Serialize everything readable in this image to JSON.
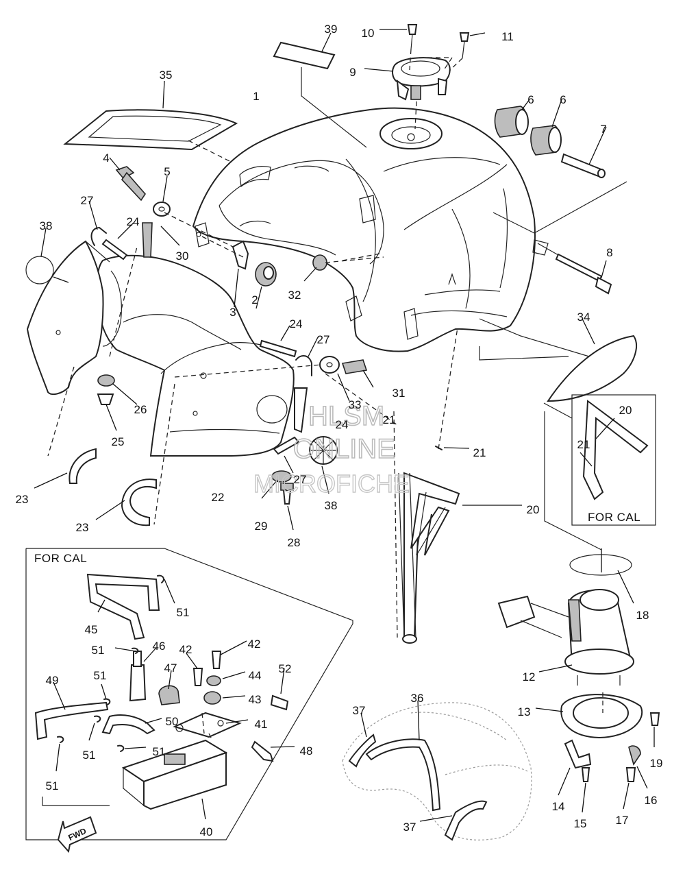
{
  "diagram": {
    "for_cal_label": "FOR CAL",
    "fwd_label": "FWD",
    "watermark": {
      "line1": "HLSM",
      "line2": "ONLINE",
      "line3": "MICROFICHE"
    },
    "callouts": [
      {
        "id": "c1",
        "text": "1"
      },
      {
        "id": "c2",
        "text": "2"
      },
      {
        "id": "c3",
        "text": "3"
      },
      {
        "id": "c4",
        "text": "4"
      },
      {
        "id": "c5",
        "text": "5"
      },
      {
        "id": "c6a",
        "text": "6"
      },
      {
        "id": "c6b",
        "text": "6"
      },
      {
        "id": "c7",
        "text": "7"
      },
      {
        "id": "c8",
        "text": "8"
      },
      {
        "id": "c9",
        "text": "9"
      },
      {
        "id": "c10",
        "text": "10"
      },
      {
        "id": "c11",
        "text": "11"
      },
      {
        "id": "c12",
        "text": "12"
      },
      {
        "id": "c13",
        "text": "13"
      },
      {
        "id": "c14",
        "text": "14"
      },
      {
        "id": "c15",
        "text": "15"
      },
      {
        "id": "c16",
        "text": "16"
      },
      {
        "id": "c17",
        "text": "17"
      },
      {
        "id": "c18",
        "text": "18"
      },
      {
        "id": "c19",
        "text": "19"
      },
      {
        "id": "c20a",
        "text": "20"
      },
      {
        "id": "c20b",
        "text": "20"
      },
      {
        "id": "c21a",
        "text": "21"
      },
      {
        "id": "c21b",
        "text": "21"
      },
      {
        "id": "c21c",
        "text": "21"
      },
      {
        "id": "c22",
        "text": "22"
      },
      {
        "id": "c23a",
        "text": "23"
      },
      {
        "id": "c23b",
        "text": "23"
      },
      {
        "id": "c24a",
        "text": "24"
      },
      {
        "id": "c24b",
        "text": "24"
      },
      {
        "id": "c24c",
        "text": "24"
      },
      {
        "id": "c25",
        "text": "25"
      },
      {
        "id": "c26",
        "text": "26"
      },
      {
        "id": "c27a",
        "text": "27"
      },
      {
        "id": "c27b",
        "text": "27"
      },
      {
        "id": "c27c",
        "text": "27"
      },
      {
        "id": "c28",
        "text": "28"
      },
      {
        "id": "c29",
        "text": "29"
      },
      {
        "id": "c30",
        "text": "30"
      },
      {
        "id": "c31",
        "text": "31"
      },
      {
        "id": "c32",
        "text": "32"
      },
      {
        "id": "c33",
        "text": "33"
      },
      {
        "id": "c34",
        "text": "34"
      },
      {
        "id": "c35",
        "text": "35"
      },
      {
        "id": "c36",
        "text": "36"
      },
      {
        "id": "c37a",
        "text": "37"
      },
      {
        "id": "c37b",
        "text": "37"
      },
      {
        "id": "c38a",
        "text": "38"
      },
      {
        "id": "c38b",
        "text": "38"
      },
      {
        "id": "c39",
        "text": "39"
      },
      {
        "id": "c40",
        "text": "40"
      },
      {
        "id": "c41",
        "text": "41"
      },
      {
        "id": "c42a",
        "text": "42"
      },
      {
        "id": "c42b",
        "text": "42"
      },
      {
        "id": "c43",
        "text": "43"
      },
      {
        "id": "c44",
        "text": "44"
      },
      {
        "id": "c45",
        "text": "45"
      },
      {
        "id": "c46",
        "text": "46"
      },
      {
        "id": "c47",
        "text": "47"
      },
      {
        "id": "c48",
        "text": "48"
      },
      {
        "id": "c49",
        "text": "49"
      },
      {
        "id": "c50",
        "text": "50"
      },
      {
        "id": "c51a",
        "text": "51"
      },
      {
        "id": "c51b",
        "text": "51"
      },
      {
        "id": "c51c",
        "text": "51"
      },
      {
        "id": "c51d",
        "text": "51"
      },
      {
        "id": "c51e",
        "text": "51"
      },
      {
        "id": "c51f",
        "text": "51"
      },
      {
        "id": "c52",
        "text": "52"
      }
    ]
  }
}
